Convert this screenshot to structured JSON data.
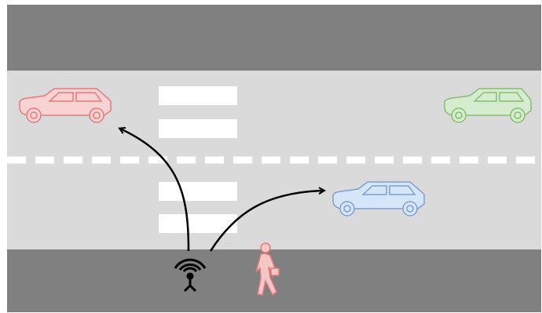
{
  "scene": {
    "colors": {
      "sidewalk": "#808080",
      "road": "#dadada",
      "lane_marking": "#ffffff",
      "arrow": "#000000",
      "antenna": "#000000"
    },
    "vehicles": [
      {
        "id": "car-red",
        "color": "red",
        "fill": "#f9d3d3",
        "stroke": "#e57a7a",
        "facing": "left"
      },
      {
        "id": "car-green",
        "color": "green",
        "fill": "#d6eccf",
        "stroke": "#86be72",
        "facing": "left"
      },
      {
        "id": "car-blue",
        "color": "blue",
        "fill": "#d6e6f9",
        "stroke": "#7f9fcf",
        "facing": "left"
      }
    ],
    "pedestrian": {
      "fill": "#f6c6c6",
      "stroke": "#e07b7b"
    },
    "signal_source": {
      "icon": "broadcast-antenna-icon"
    }
  }
}
